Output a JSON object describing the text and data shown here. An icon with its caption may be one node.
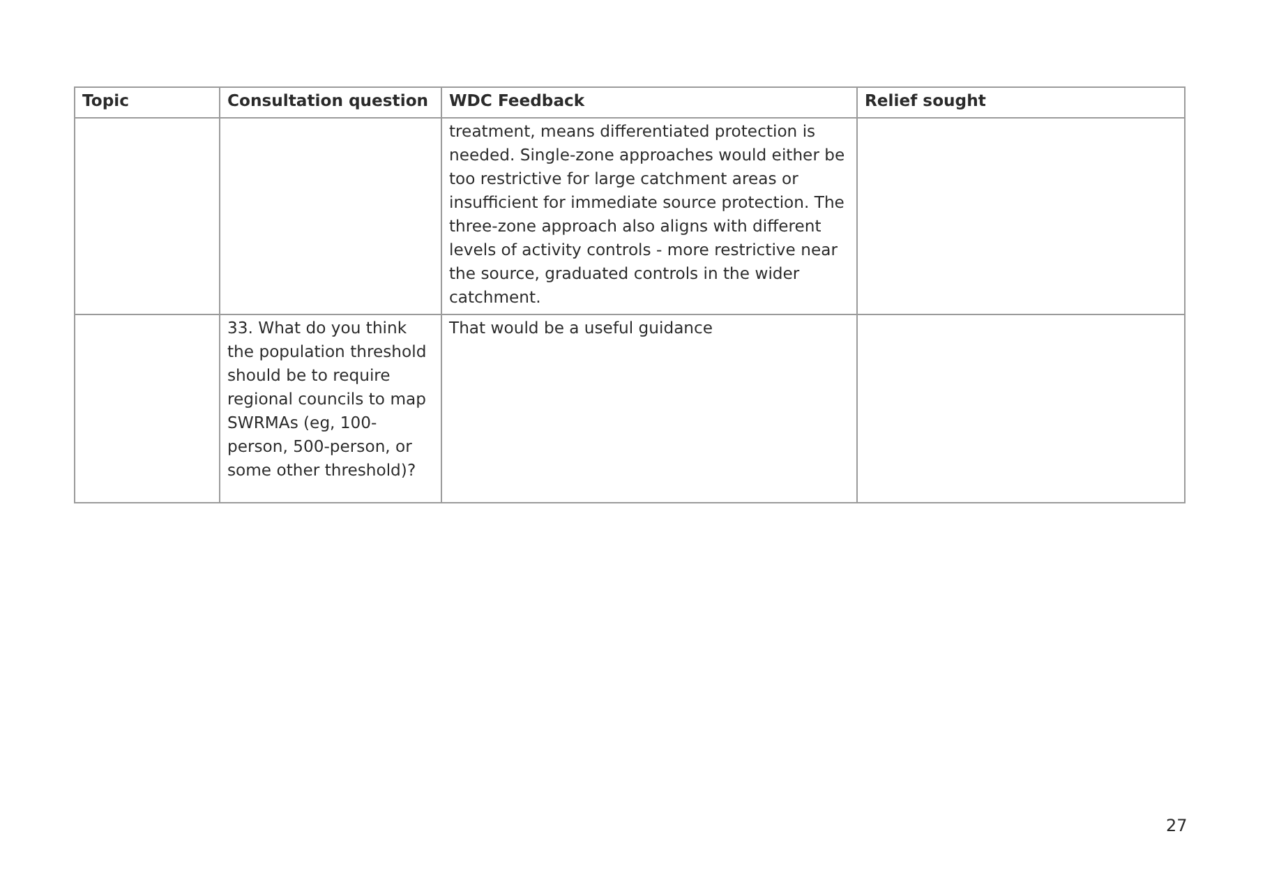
{
  "diagram": {
    "labels": [
      "Topic",
      "Consultation question",
      "WDC Feedback",
      "Relief sought",
      "treatment, means differentiated protection is needed. Single-zone approaches would either be too restrictive for large catchment areas or insufficient for immediate source protection. The three-zone approach also aligns with different levels of activity controls - more restrictive near the source, graduated controls in the wider catchment.",
      "33. What do you think the population threshold should be to require regional councils to map SWRMAs (eg, 100-person, 500-person, or some other threshold)?",
      "That would be a useful guidance",
      "27"
    ]
  }
}
